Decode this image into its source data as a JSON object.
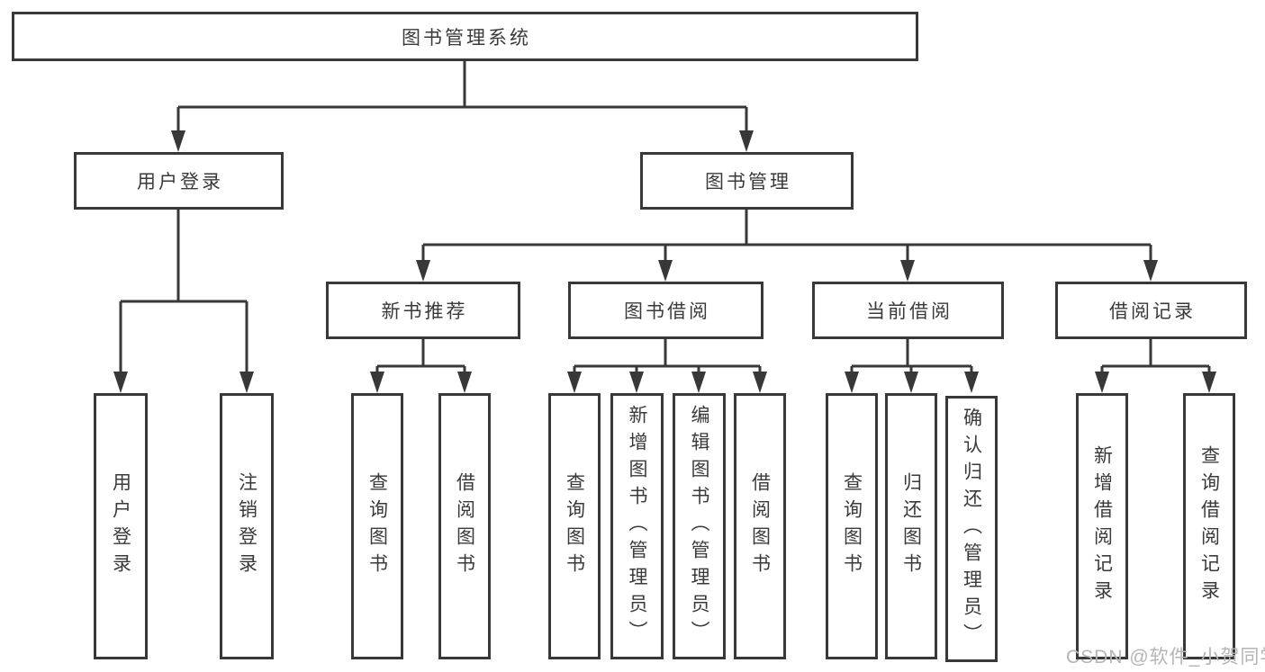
{
  "diagram": {
    "title": "图书管理系统",
    "root": {
      "label": "图书管理系统"
    },
    "level2": [
      {
        "label": "用户登录",
        "children": [
          "用户登录",
          "注销登录"
        ]
      },
      {
        "label": "图书管理",
        "groups": [
          {
            "label": "新书推荐",
            "children": [
              "查询图书",
              "借阅图书"
            ]
          },
          {
            "label": "图书借阅",
            "children": [
              "查询图书",
              "新增图书（管理员）",
              "编辑图书（管理员）",
              "借阅图书"
            ]
          },
          {
            "label": "当前借阅",
            "children": [
              "查询图书",
              "归还图书",
              "确认归还（管理员）"
            ]
          },
          {
            "label": "借阅记录",
            "children": [
              "新增借阅记录",
              "查询借阅记录"
            ]
          }
        ]
      }
    ],
    "watermark": "CSDN @软件_小贺同学",
    "colors": {
      "line": "#383838",
      "text": "#3a3a3a",
      "watermark": "#b5b5b5",
      "background": "#ffffff"
    }
  }
}
